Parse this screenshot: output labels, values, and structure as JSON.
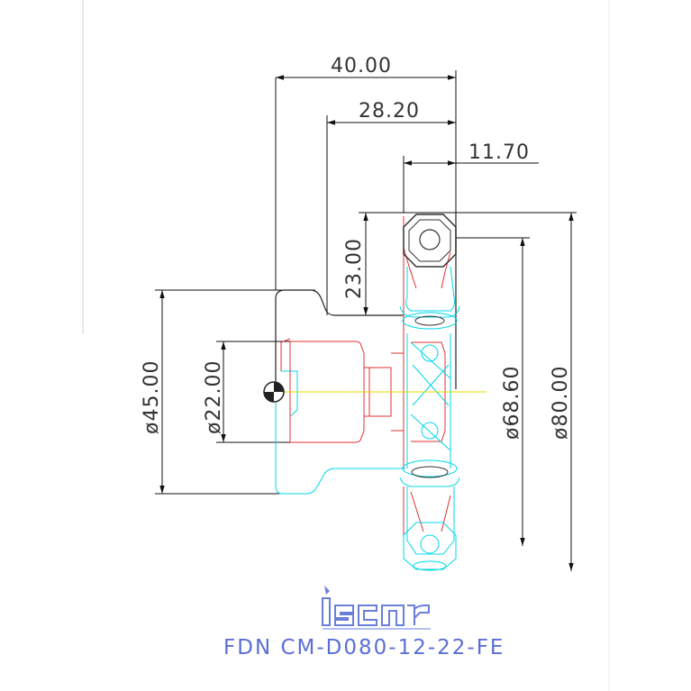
{
  "drawing": {
    "dimensions": {
      "overall_length": "40.00",
      "hub_length": "28.20",
      "insert_width": "11.70",
      "radial_height": "23.00",
      "hub_diameter": "ø45.00",
      "bore_diameter": "ø22.00",
      "inner_diameter": "ø68.60",
      "cutting_diameter": "ø80.00"
    },
    "part_label": "FDN CM-D080-12-22-FE",
    "logo_text": "iscar",
    "colors": {
      "dimension": "#111111",
      "body_red": "#e03030",
      "insert_cyan": "#00d8e8",
      "label_blue": "#5a6fd6",
      "logo": "#6a7fd8",
      "centerline": "#e8d800"
    }
  }
}
